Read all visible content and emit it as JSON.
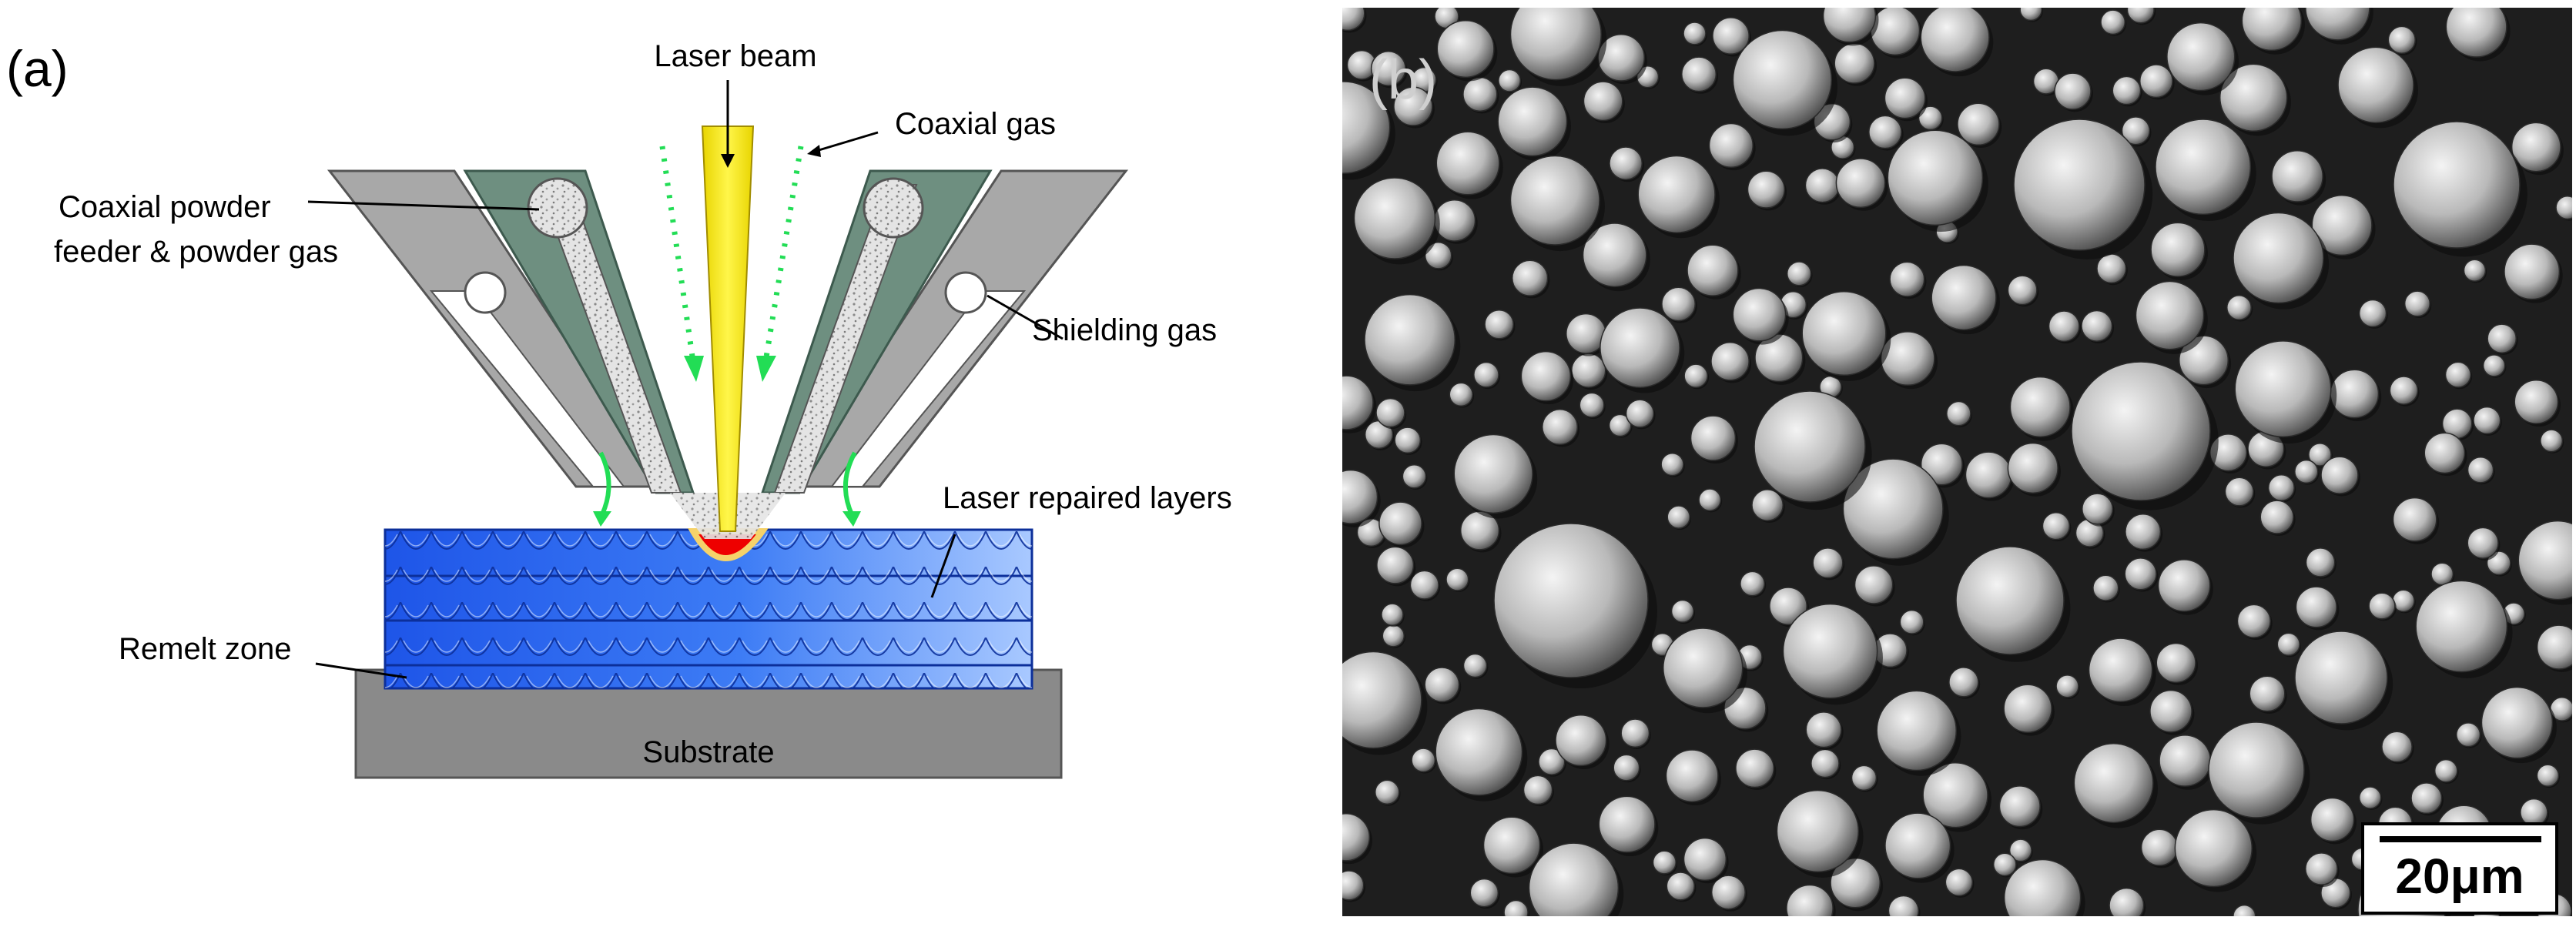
{
  "panel_a": {
    "tag": "(a)",
    "labels": {
      "laser_beam": "Laser beam",
      "coaxial_gas": "Coaxial gas",
      "powder_feeder_line1": "Coaxial powder",
      "powder_feeder_line2": "feeder & powder gas",
      "shielding_gas": "Shielding gas",
      "laser_repaired_layers": "Laser repaired layers",
      "remelt_zone": "Remelt zone",
      "substrate": "Substrate"
    },
    "colors": {
      "nozzle_outer": "#a8a8a8",
      "powder_channel": "#6e8f80",
      "laser": "#ffee00",
      "melt_pool": "#ee0000",
      "gas_arrows": "#22dd55",
      "deposited_layers": "#2f6ef0",
      "substrate": "#8a8a8a"
    }
  },
  "panel_b": {
    "tag": "(b)",
    "scale_bar": "20μm"
  }
}
